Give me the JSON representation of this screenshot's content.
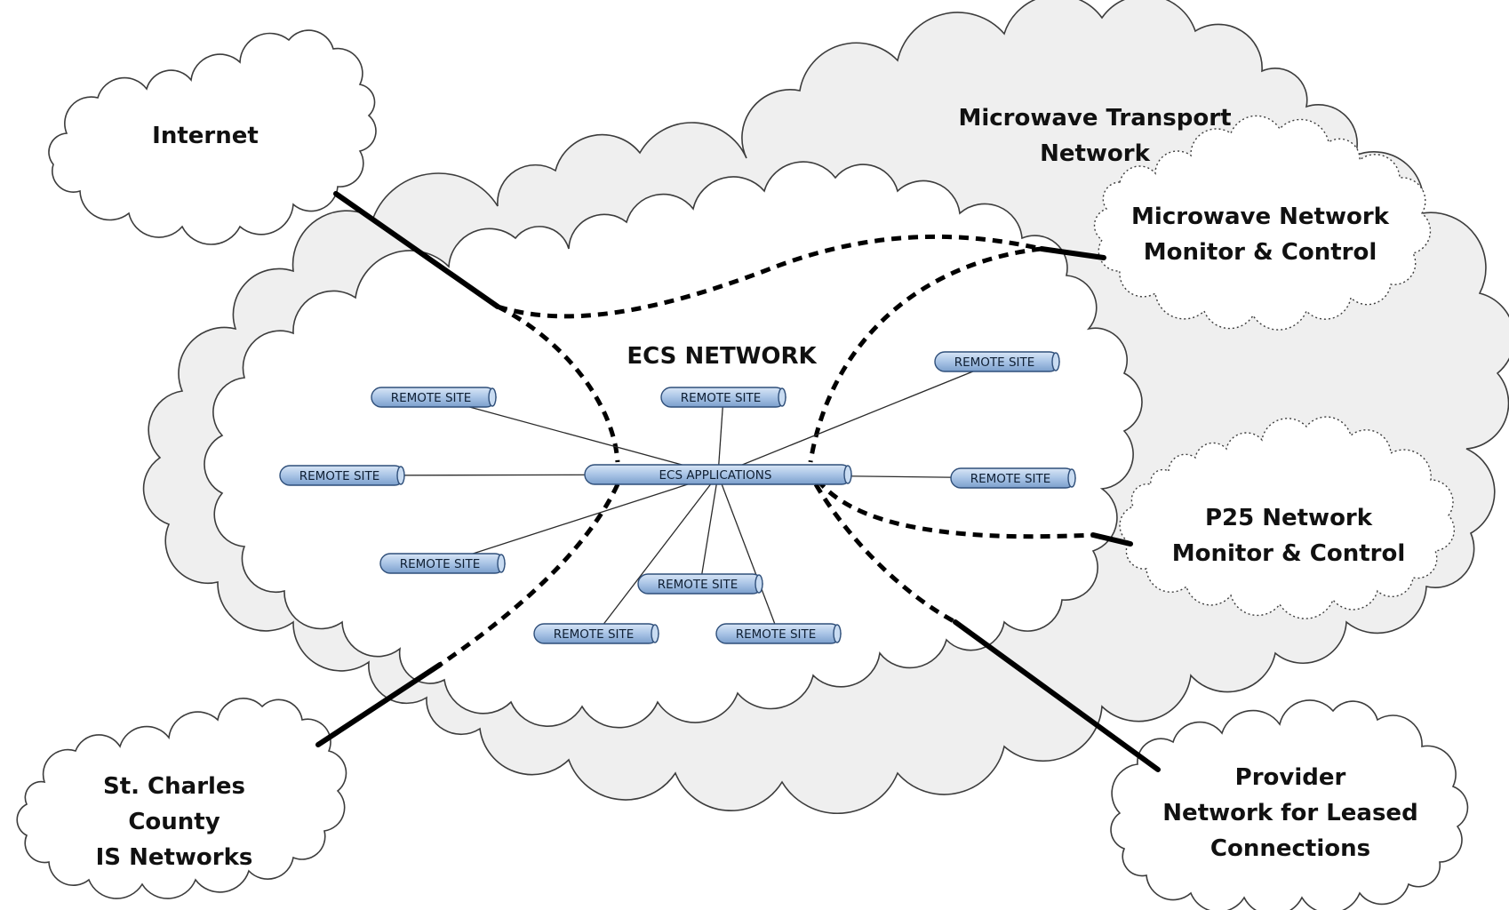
{
  "diagram": {
    "core_network": {
      "label": "ECS NETWORK"
    },
    "hub": {
      "label": "ECS APPLICATIONS"
    },
    "remote_site_label": "REMOTE SITE",
    "clouds": {
      "internet": {
        "lines": [
          "Internet"
        ]
      },
      "microwave_transport": {
        "lines": [
          "Microwave Transport",
          "Network"
        ]
      },
      "microwave_monitor": {
        "lines": [
          "Microwave Network",
          "Monitor & Control"
        ]
      },
      "p25_monitor": {
        "lines": [
          "P25 Network",
          "Monitor & Control"
        ]
      },
      "county_is": {
        "lines": [
          "St. Charles",
          "County",
          "IS Networks"
        ]
      },
      "provider": {
        "lines": [
          "Provider",
          "Network for Leased",
          "Connections"
        ]
      }
    },
    "colors": {
      "outer_cloud_fill": "#efefef",
      "node_fill": "#a9c4e6",
      "node_outline": "#2f4f7a",
      "link_color": "#000000"
    }
  }
}
